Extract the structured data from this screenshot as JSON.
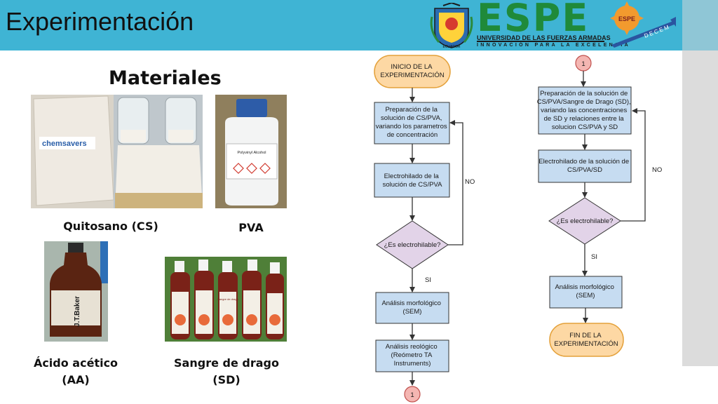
{
  "header": {
    "title": "Experimentación",
    "logo": {
      "name": "ESPE",
      "university": "UNIVERSIDAD DE LAS FUERZAS ARMADAS",
      "slogan": "INNOVACIÓN PARA LA EXCELENCIA",
      "crest_caption": "ECUADOR",
      "badge_text": "ESPE",
      "dept_text": "DECEM"
    }
  },
  "materials": {
    "title": "Materiales",
    "items": [
      {
        "line1": "Quitosano (CS)",
        "line2": ""
      },
      {
        "line1": "PVA",
        "line2": ""
      },
      {
        "line1": "Ácido acético",
        "line2": "(AA)"
      },
      {
        "line1": "Sangre de drago",
        "line2": "(SD)"
      }
    ],
    "photo_texts": {
      "bag_brand": "chemsavers",
      "bottle_label": "Polyvinyl Alcohol",
      "jug_brand": "J.T.Baker",
      "drago_label": "Sangre de drago"
    }
  },
  "flowchart": {
    "left": {
      "start": [
        "INICIO DE LA",
        "EXPERIMENTACIÓN"
      ],
      "prep": [
        "Preparación de la",
        "solución de CS/PVA,",
        "variando los parametros",
        "de concentración"
      ],
      "electro": [
        "Electrohilado de la",
        "solución de CS/PVA"
      ],
      "decision": "¿Es electrohilable?",
      "no": "NO",
      "si": "SI",
      "sem": [
        "Análisis morfológico",
        "(SEM)"
      ],
      "reo": [
        "Análisis reológico",
        "(Reómetro TA",
        "Instruments)"
      ],
      "connector": "1"
    },
    "right": {
      "connector": "1",
      "prep": [
        "Preparación de la solución de",
        "CS/PVA/Sangre de Drago (SD),",
        "variando las concentraciones",
        "de SD y relaciones entre la",
        "solucion CS/PVA y SD"
      ],
      "electro": [
        "Electrohilado de la solución de",
        "CS/PVA/SD"
      ],
      "decision": "¿Es electrohilable?",
      "no": "NO",
      "si": "SI",
      "sem": [
        "Análisis morfológico",
        "(SEM)"
      ],
      "end": [
        "FIN DE LA",
        "EXPERIMENTACIÓN"
      ]
    }
  },
  "colors": {
    "header": "#3fb4d4",
    "process_fill": "#c6dcf1",
    "process_stroke": "#333333",
    "terminal_fill": "#fdd8a4",
    "terminal_stroke": "#e4a13a",
    "decision_fill": "#e2d3e8",
    "connector_fill": "#f4b6b2",
    "espe_green": "#1f8a3a"
  }
}
